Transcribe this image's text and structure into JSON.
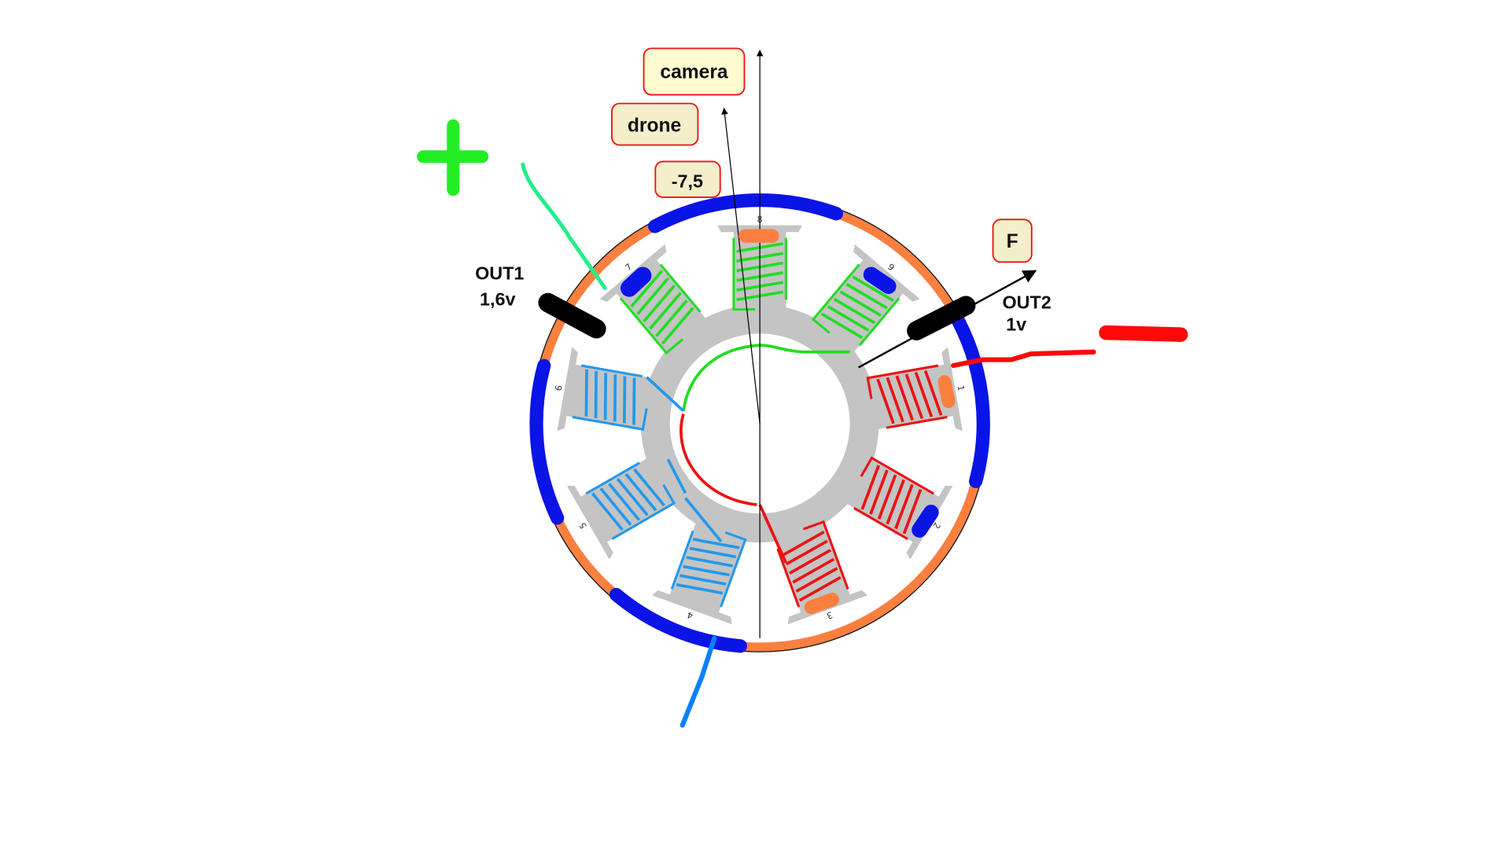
{
  "labels": {
    "camera": "camera",
    "drone": "drone",
    "offset": "-7,5",
    "force": "F",
    "out1_name": "OUT1",
    "out1_value": "1,6v",
    "out2_name": "OUT2",
    "out2_value": "1v"
  },
  "terminals": {
    "plus": "+",
    "minus": "-"
  },
  "teeth": [
    {
      "number": "8",
      "phase_color": "#22dd22"
    },
    {
      "number": "9",
      "phase_color": "#22dd22"
    },
    {
      "number": "1",
      "phase_color": "#ee1111"
    },
    {
      "number": "2",
      "phase_color": "#ee1111"
    },
    {
      "number": "3",
      "phase_color": "#ee1111"
    },
    {
      "number": "4",
      "phase_color": "#2299ee"
    },
    {
      "number": "5",
      "phase_color": "#2299ee"
    },
    {
      "number": "6",
      "phase_color": "#2299ee"
    },
    {
      "number": "7",
      "phase_color": "#22dd22"
    }
  ],
  "colors": {
    "magnet_north": "#0a14e6",
    "magnet_south": "#fb8040",
    "stator": "#c4c4c4",
    "label_fill": "#f4eecb",
    "label_border": "#ee1111",
    "plus": "#22ee22",
    "minus": "#ff0808"
  }
}
